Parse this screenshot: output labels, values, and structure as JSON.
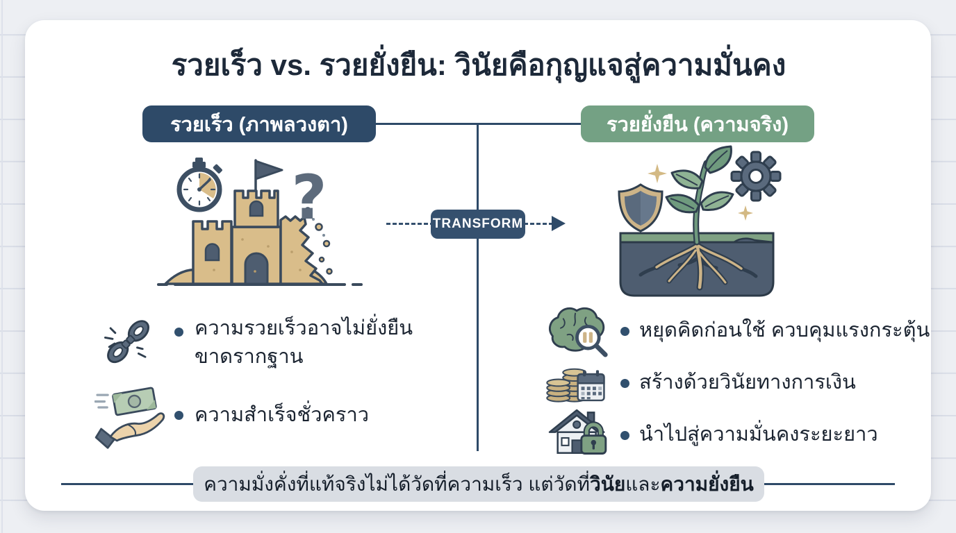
{
  "page": {
    "title": "รวยเร็ว vs. รวยยั่งยืน: วินัยคือกุญแจสู่ความมั่นคง"
  },
  "transform": {
    "label": "TRANSFORM"
  },
  "columns": {
    "left": {
      "badge": "รวยเร็ว (ภาพลวงตา)",
      "badge_color": "#2e4a68",
      "illustration_icons": [
        "stopwatch-icon",
        "sandcastle-icon",
        "question-mark-icon"
      ],
      "bullets": [
        {
          "icon": "broken-chain-icon",
          "lines": [
            "ความรวยเร็วอาจไม่ยั่งยืน",
            "ขาดรากฐาน"
          ]
        },
        {
          "icon": "hand-money-icon",
          "lines": [
            "ความสำเร็จชั่วคราว"
          ]
        }
      ]
    },
    "right": {
      "badge": "รวยยั่งยืน (ความจริง)",
      "badge_color": "#74a184",
      "illustration_icons": [
        "shield-icon",
        "sprout-roots-icon",
        "gear-icon",
        "sparkles-icon",
        "soil-icon"
      ],
      "bullets": [
        {
          "icon": "brain-magnifier-icon",
          "lines": [
            "หยุดคิดก่อนใช้ ควบคุมแรงกระตุ้น"
          ]
        },
        {
          "icon": "coins-calendar-icon",
          "lines": [
            "สร้างด้วยวินัยทางการเงิน"
          ]
        },
        {
          "icon": "house-lock-icon",
          "lines": [
            "นำไปสู่ความมั่นคงระยะยาว"
          ]
        }
      ]
    }
  },
  "footer": {
    "prefix": "ความมั่งคั่งที่แท้จริงไม่ได้วัดที่ความเร็ว แต่วัดที่",
    "bold1": "วินัย",
    "mid": "และ",
    "bold2": "ความยั่งยืน"
  },
  "colors": {
    "background": "#edeff3",
    "card": "#ffffff",
    "title_text": "#1d2939",
    "left_badge_bg": "#2e4a68",
    "right_badge_bg": "#74a184",
    "transform_badge_bg": "#35506e",
    "connector_line": "#2e4a68",
    "footer_banner_bg": "#d9dde3",
    "footer_text": "#141d29",
    "bullet_text": "#1a2330",
    "sand": "#d9bd8a",
    "slate": "#4e5d70",
    "leaf_green": "#6f9a7e",
    "tan": "#cdb488"
  }
}
